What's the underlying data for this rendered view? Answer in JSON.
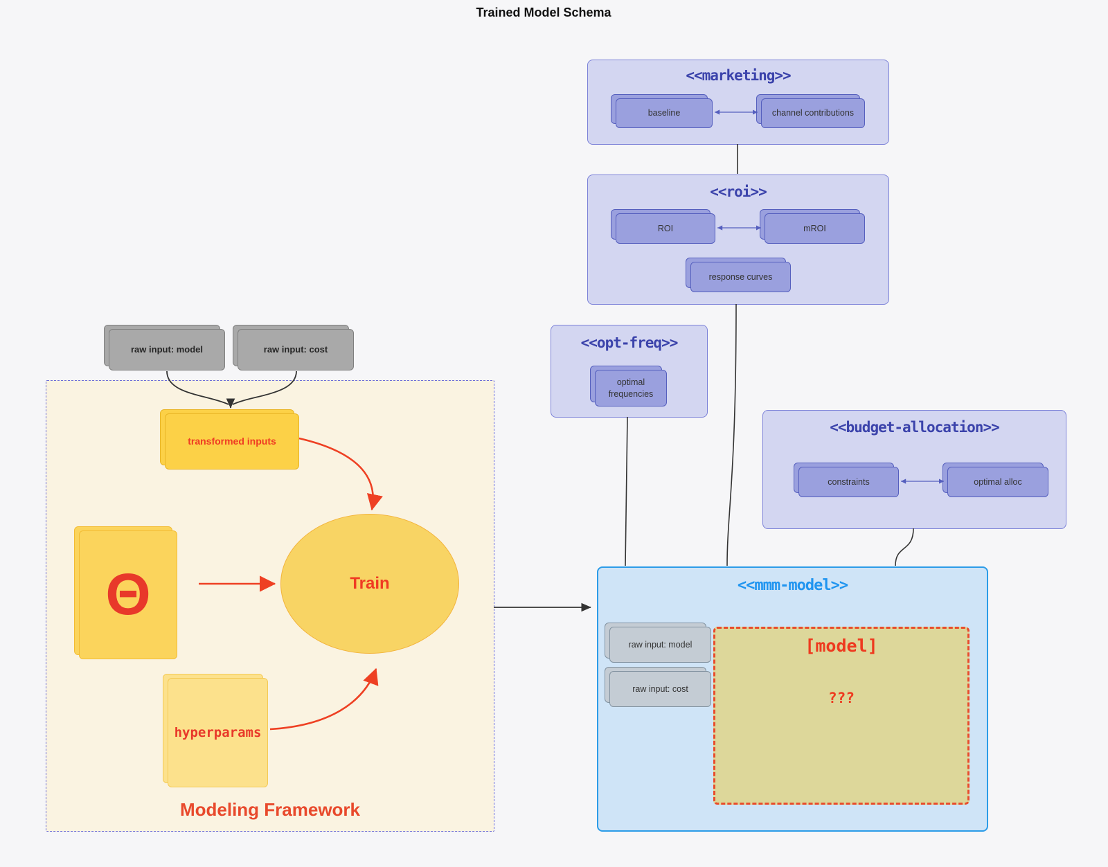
{
  "diagram_title": "Trained Model Schema",
  "external_inputs": {
    "raw_model": "raw input: model",
    "raw_cost": "raw input: cost"
  },
  "clusters": {
    "marketing": {
      "title": "<<marketing>>",
      "nodes": {
        "baseline": "baseline",
        "channel": "channel contributions"
      }
    },
    "roi": {
      "title": "<<roi>>",
      "nodes": {
        "roi": "ROI",
        "mroi": "mROI",
        "response": "response curves"
      }
    },
    "opt_freq": {
      "title": "<<opt-freq>>",
      "nodes": {
        "optimal": "optimal frequencies"
      }
    },
    "budget": {
      "title": "<<budget-allocation>>",
      "nodes": {
        "constraints": "constraints",
        "alloc": "optimal alloc"
      }
    },
    "mmm": {
      "title": "<<mmm-model>>",
      "nodes": {
        "raw_model": "raw input: model",
        "raw_cost": "raw input: cost",
        "model_label": "[model]",
        "unknown": "???"
      }
    },
    "framework": {
      "label": "Modeling Framework",
      "nodes": {
        "transformed": "transformed inputs",
        "theta": "Θ",
        "train": "Train",
        "hyper": "hyperparams"
      }
    }
  },
  "colors": {
    "canvas_bg": "#f6f6f8",
    "cluster_purple_bg": "#d3d6f1",
    "cluster_purple_border": "#7b81d8",
    "purple_node_fill": "#9aa0de",
    "purple_node_border": "#555fbe",
    "indigo_title": "#3b43ab",
    "mmm_bg": "#cfe4f7",
    "mmm_border": "#2c9ce8",
    "mmm_title": "#2095f0",
    "gray_node": "#a9a9a9",
    "grayblue_node": "#c4ccd4",
    "khaki_model_box": "#ddd79a",
    "red_accent": "#ee4023",
    "framework_bg": "#faf3e1",
    "framework_dash": "#6d6dd8",
    "yellow_node": "#fcd147",
    "edge_dark": "#333333"
  }
}
